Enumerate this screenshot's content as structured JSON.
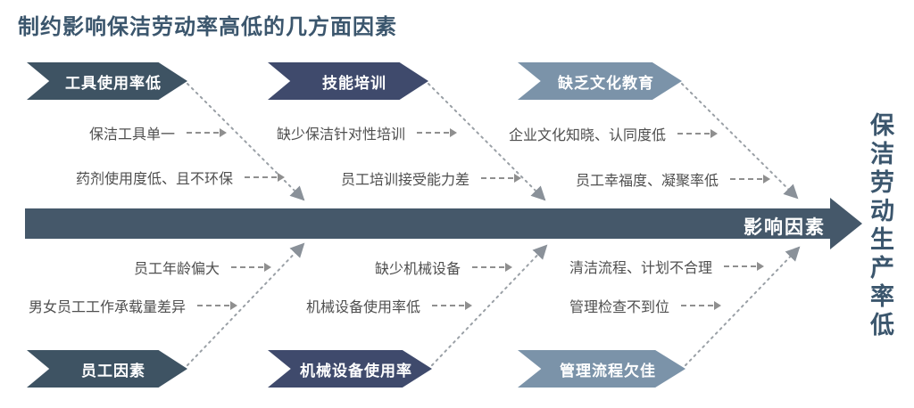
{
  "title": "制约影响保洁劳动率高低的几方面因素",
  "diagram_type": "fishbone",
  "colors": {
    "banner_slate": "#3e5363",
    "banner_navy": "#3f4a6c",
    "banner_light_blue": "#7b93a9",
    "spine": "#45586a",
    "title_text": "#3b566d",
    "cause_text": "#4f4f4f",
    "dotted_line": "#9aa0a6"
  },
  "spine": {
    "label": "影响因素"
  },
  "outcome": {
    "label": "保洁劳动生产率低"
  },
  "top_categories": [
    {
      "label": "工具使用率低",
      "causes": [
        "保洁工具单一",
        "药剂使用度低、且不环保"
      ]
    },
    {
      "label": "技能培训",
      "causes": [
        "缺少保洁针对性培训",
        "员工培训接受能力差"
      ]
    },
    {
      "label": "缺乏文化教育",
      "causes": [
        "企业文化知晓、认同度低",
        "员工幸福度、凝聚率低"
      ]
    }
  ],
  "bottom_categories": [
    {
      "label": "员工因素",
      "causes": [
        "员工年龄偏大",
        "男女员工工作承载量差异"
      ]
    },
    {
      "label": "机械设备使用率",
      "causes": [
        "缺少机械设备",
        "机械设备使用率低"
      ]
    },
    {
      "label": "管理流程欠佳",
      "causes": [
        "清洁流程、计划不合理",
        "管理检查不到位"
      ]
    }
  ]
}
